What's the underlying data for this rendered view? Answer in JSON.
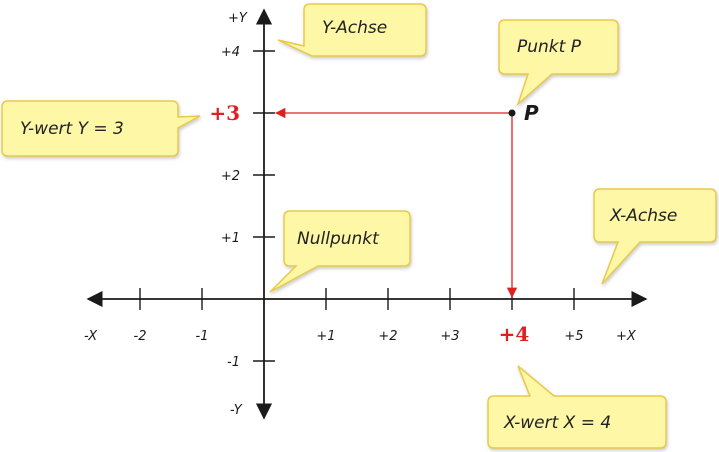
{
  "axes": {
    "x_positive": "+X",
    "x_negative": "-X",
    "y_positive": "+Y",
    "y_negative": "-Y"
  },
  "x_ticks": [
    {
      "value": -2,
      "label": "-2"
    },
    {
      "value": -1,
      "label": "-1"
    },
    {
      "value": 1,
      "label": "+1"
    },
    {
      "value": 2,
      "label": "+2"
    },
    {
      "value": 3,
      "label": "+3"
    },
    {
      "value": 4,
      "label": "+4",
      "highlight": true
    },
    {
      "value": 5,
      "label": "+5"
    }
  ],
  "y_ticks": [
    {
      "value": -1,
      "label": "-1"
    },
    {
      "value": 1,
      "label": "+1"
    },
    {
      "value": 2,
      "label": "+2"
    },
    {
      "value": 3,
      "label": "+3",
      "highlight": true
    },
    {
      "value": 4,
      "label": "+4"
    }
  ],
  "point": {
    "x": 4,
    "y": 3,
    "label": "P"
  },
  "bubbles": {
    "y_achse": "Y-Achse",
    "punkt_p": "Punkt P",
    "y_wert": "Y-wert Y = 3",
    "nullpunkt": "Nullpunkt",
    "x_achse": "X-Achse",
    "x_wert": "X-wert X = 4"
  },
  "colors": {
    "bubble_fill": "#fdf7a6",
    "bubble_stroke": "#e9c94a",
    "highlight": "#e02020",
    "axis": "#1a1a1a"
  }
}
